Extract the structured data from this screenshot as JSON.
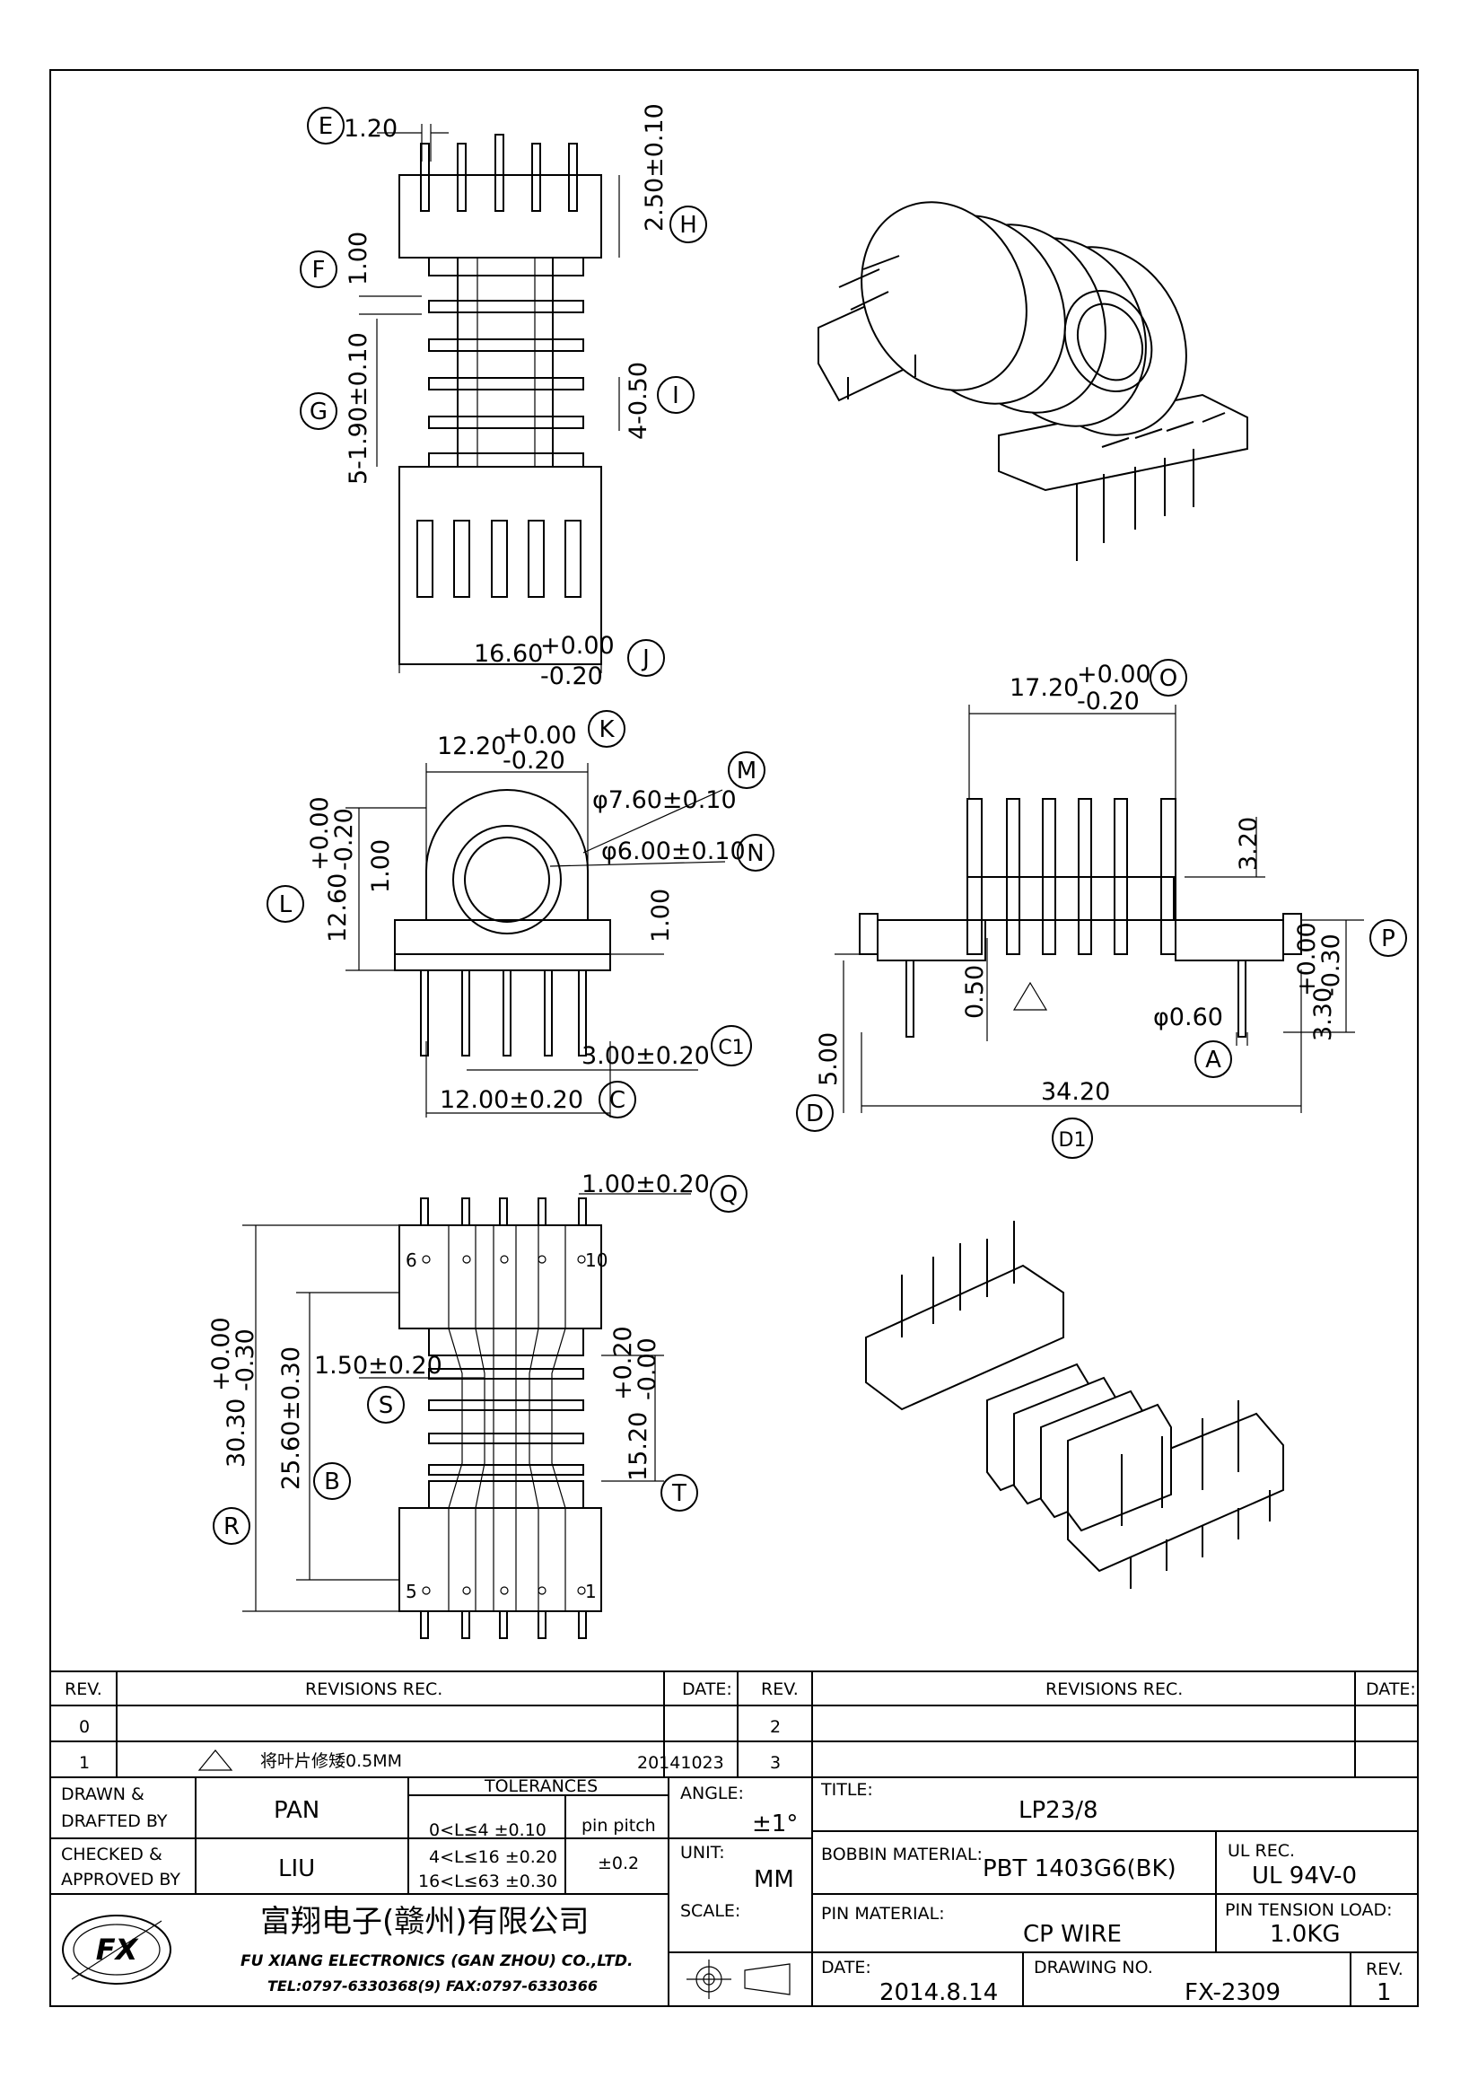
{
  "dims": {
    "e": "1.20",
    "h": "2.50±0.10",
    "f": "1.00",
    "g": "5-1.90±0.10",
    "i": "4-0.50",
    "j_main": "16.60",
    "j_plus": "+0.00",
    "j_minus": "-0.20",
    "k_main": "12.20",
    "k_plus": "+0.00",
    "k_minus": "-0.20",
    "m": "φ7.60±0.10",
    "n": "φ6.00±0.10",
    "l_main": "12.60",
    "l_plus": "+0.00",
    "l_minus": "-0.20",
    "l_inner": "1.00",
    "l_right": "1.00",
    "c1": "3.00±0.20",
    "c": "12.00±0.20",
    "o_main": "17.20",
    "o_plus": "+0.00",
    "o_minus": "-0.20",
    "top_r": "3.20",
    "p_main": "3.30",
    "p_plus": "+0.00",
    "p_minus": "-0.30",
    "d": "5.00",
    "half": "0.50",
    "a": "φ0.60",
    "d1": "34.20",
    "q": "1.00±0.20",
    "s": "1.50±0.20",
    "r_main": "30.30",
    "r_plus": "+0.00",
    "r_minus": "-0.30",
    "b": "25.60±0.30",
    "t_main": "15.20",
    "t_plus": "+0.20",
    "t_minus": "-0.00"
  },
  "circle_labels": {
    "e": "E",
    "f": "F",
    "g": "G",
    "h": "H",
    "i": "I",
    "j": "J",
    "k": "K",
    "l": "L",
    "m": "M",
    "n": "N",
    "o": "O",
    "p": "P",
    "a": "A",
    "c1": "C1",
    "c": "C",
    "d": "D",
    "d1": "D1",
    "q": "Q",
    "s": "S",
    "r": "R",
    "b": "B",
    "t": "T"
  },
  "pins": {
    "p6": "6",
    "p10": "10",
    "p5": "5",
    "p1": "1"
  },
  "title_block": {
    "rev_header": "REV.",
    "revisions_header": "REVISIONS   REC.",
    "date_header": "DATE:",
    "rev_header2": "REV.",
    "revisions_header2": "REVISIONS   REC.",
    "date_header2": "DATE:",
    "rev0": "0",
    "rev1": "1",
    "rev2": "2",
    "rev3": "3",
    "rev1_note": "将叶片修矮0.5MM",
    "rev1_date": "20141023",
    "drawn_label_1": "DRAWN &",
    "drawn_label_2": "DRAFTED BY",
    "drawn_value": "PAN",
    "checked_label_1": "CHECKED &",
    "checked_label_2": "APPROVED BY",
    "checked_value": "LIU",
    "tolerances_header": "TOLERANCES",
    "tol_1": "0<L≤4   ±0.10",
    "tol_2": "4<L≤16  ±0.20",
    "tol_3": "16<L≤63  ±0.30",
    "pin_pitch_label": "pin pitch",
    "pin_pitch_value": "±0.2",
    "angle_label": "ANGLE:",
    "angle_value": "±1°",
    "unit_label": "UNIT:",
    "unit_value": "MM",
    "scale_label": "SCALE:",
    "title_label": "TITLE:",
    "title_value": "LP23/8",
    "bobbin_label": "BOBBIN MATERIAL:",
    "bobbin_value": "PBT 1403G6(BK)",
    "ul_label": "UL REC.",
    "ul_value": "UL 94V-0",
    "pin_material_label": "PIN MATERIAL:",
    "pin_material_value": "CP WIRE",
    "pin_tension_label": "PIN TENSION LOAD:",
    "pin_tension_value": "1.0KG",
    "company_cn": "富翔电子(赣州)有限公司",
    "company_en": "FU XIANG ELECTRONICS (GAN ZHOU) CO.,LTD.",
    "company_tel": "TEL:0797-6330368(9)    FAX:0797-6330366",
    "logo_text": "FX",
    "date_label": "DATE:",
    "date_value": "2014.8.14",
    "drawing_no_label": "DRAWING NO.",
    "drawing_no_value": "FX-2309",
    "rev_label": "REV.",
    "rev_value": "1"
  }
}
